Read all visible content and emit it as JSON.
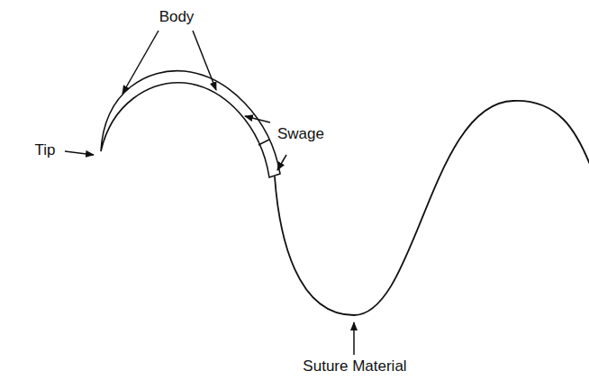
{
  "diagram": {
    "labels": [
      "Body",
      "Swage",
      "Tip",
      "Suture Material"
    ]
  }
}
